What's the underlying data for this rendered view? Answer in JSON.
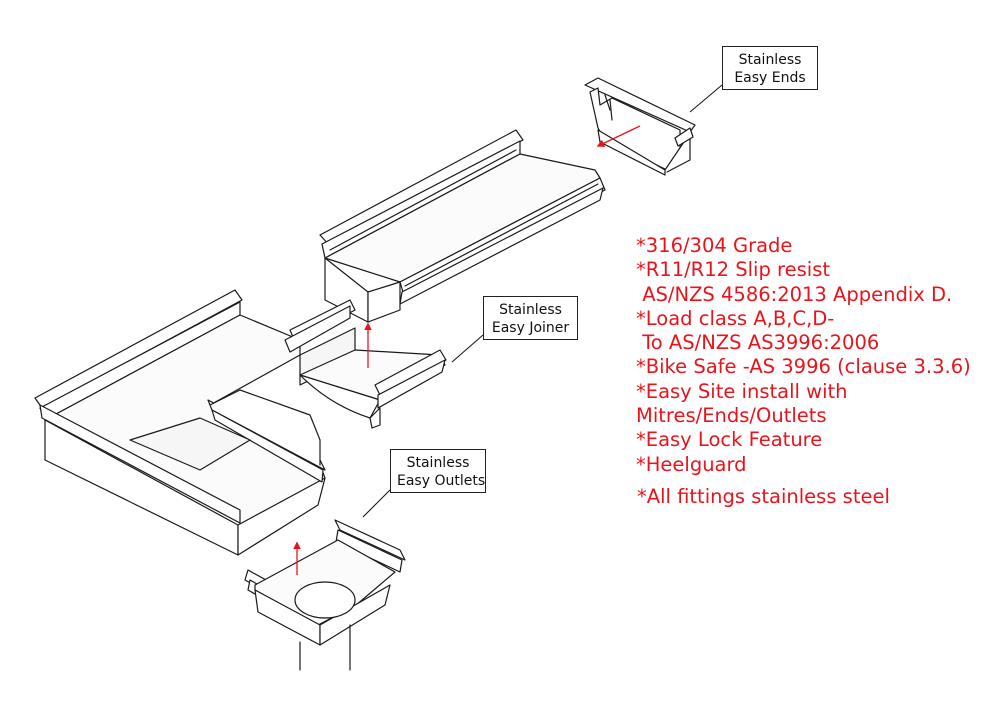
{
  "colors": {
    "outline": "#1a1a1a",
    "accent": "#e8141c",
    "background": "#ffffff"
  },
  "callouts": {
    "ends": {
      "line1": "Stainless",
      "line2": "Easy Ends"
    },
    "joiner": {
      "line1": "Stainless",
      "line2": "Easy Joiner"
    },
    "outlets": {
      "line1": "Stainless",
      "line2": "Easy Outlets"
    }
  },
  "features": [
    "*316/304 Grade",
    "*R11/R12 Slip resist",
    " AS/NZS 4586:2013 Appendix D.",
    "*Load class A,B,C,D-",
    " To AS/NZS AS3996:2006",
    "*Bike Safe -AS 3996 (clause 3.3.6)",
    "*Easy Site install with",
    "Mitres/Ends/Outlets",
    "*Easy Lock Feature",
    "*Heelguard"
  ],
  "footnote": "*All fittings stainless steel"
}
